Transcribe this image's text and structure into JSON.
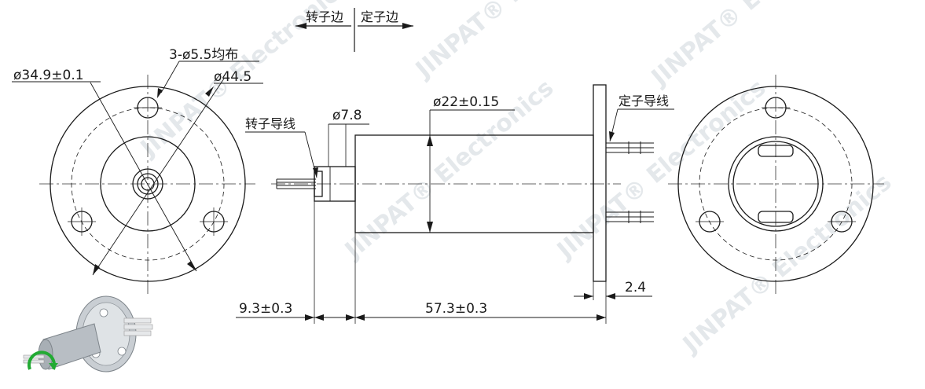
{
  "header": {
    "rotor_side": "转子边",
    "stator_side": "定子边"
  },
  "front_view": {
    "mount_holes_note": "3-ø5.5均布",
    "pcd": "ø34.9±0.1",
    "flange_dia": "ø44.5"
  },
  "side_view": {
    "rotor_leads": "转子导线",
    "shaft_dia": "ø7.8",
    "body_dia": "ø22±0.15",
    "stator_leads": "定子导线",
    "flange_thickness": "2.4",
    "rotor_length": "9.3±0.3",
    "body_length": "57.3±0.3"
  },
  "watermark": {
    "text": "JINPAT® Electronics"
  },
  "colors": {
    "line": "#1a1a1a",
    "centerline": "#333333",
    "watermark": "#cfd6dc",
    "iso_body": "#b8bec4",
    "iso_arrow": "#22aa33"
  }
}
